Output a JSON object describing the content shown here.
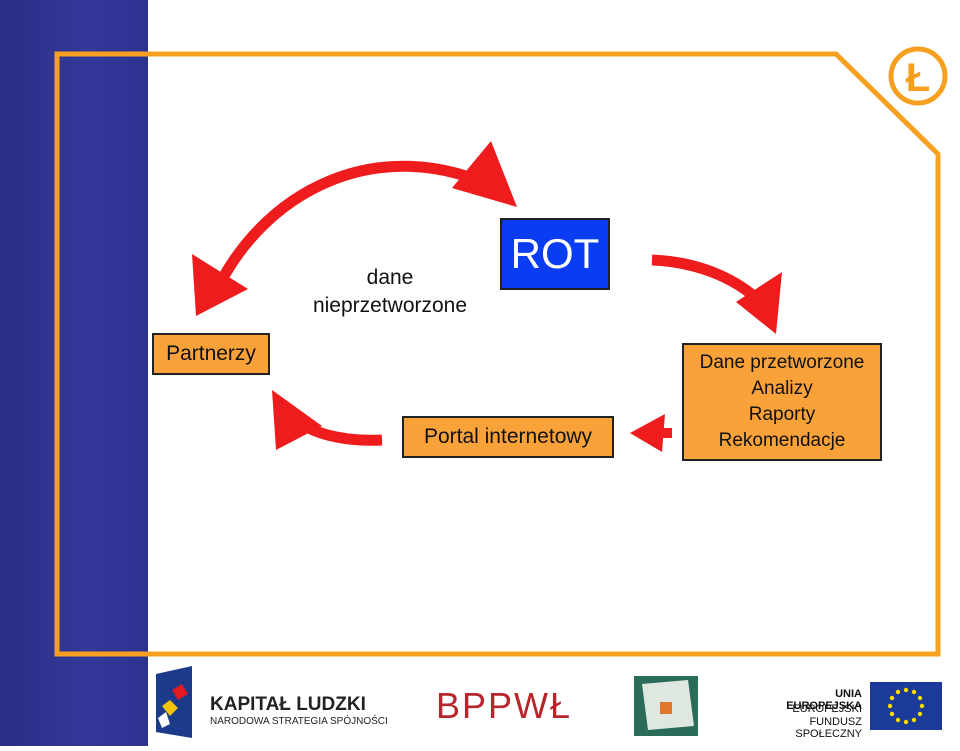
{
  "diagram": {
    "rot_label": "ROT",
    "raw_label_line1": "dane",
    "raw_label_line2": "nieprzetworzone",
    "partners_label": "Partnerzy",
    "portal_label": "Portal internetowy",
    "processed_lines": [
      "Dane przetworzone",
      "Analizy",
      "Raporty",
      "Rekomendacje"
    ],
    "arrow_color": "#ee1c1c",
    "frame_color": "#f7a020",
    "box_color": "#f9a23a",
    "rot_color": "#0a3df2"
  },
  "corner_logo": {
    "glyph": "Ł",
    "icon": "l-letter-logo-icon"
  },
  "footer": {
    "kapital_title": "KAPITAŁ LUDZKI",
    "kapital_subtitle": "NARODOWA STRATEGIA SPÓJNOŚCI",
    "bppwl_text": "BPPWŁ",
    "ue_line1": "UNIA EUROPEJSKA",
    "ue_line2": "EUROPEJSKI",
    "ue_line3": "FUNDUSZ SPOŁECZNY"
  }
}
